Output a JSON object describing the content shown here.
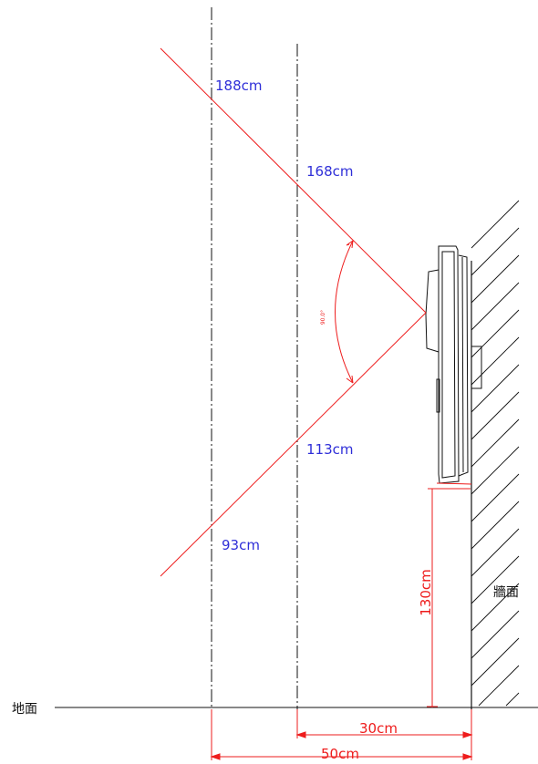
{
  "colors": {
    "red": "#ee1c1c",
    "blue": "#2f2fd8",
    "black": "#111111"
  },
  "labels": {
    "d188": "188cm",
    "d168": "168cm",
    "d113": "113cm",
    "d93": "93cm",
    "angle": "90.0°",
    "height130": "130cm",
    "dist30": "30cm",
    "dist50": "50cm",
    "ground": "地面",
    "wall": "牆面"
  }
}
